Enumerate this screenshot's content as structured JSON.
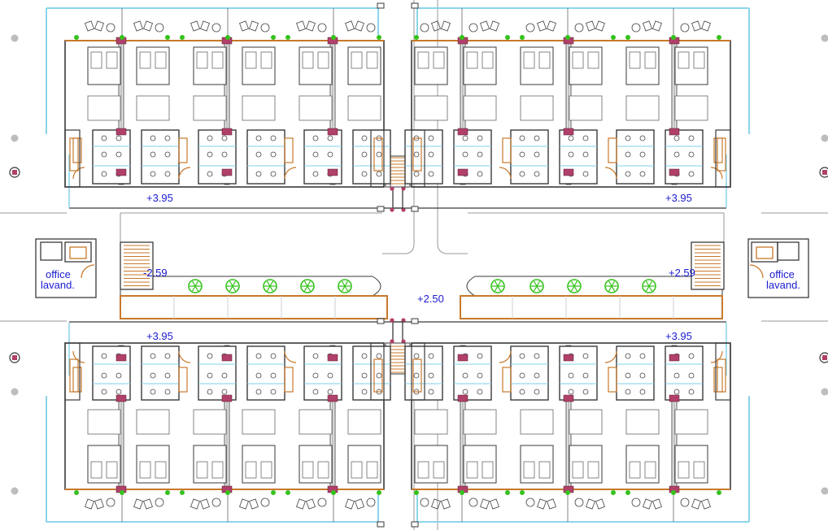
{
  "drawing": {
    "levels": {
      "top_left": "+3.95",
      "top_right": "+3.95",
      "bottom_left": "+3.95",
      "bottom_right": "+3.95",
      "stair_left": "-2.59",
      "stair_right": "+2.59",
      "courtyard": "+2.50"
    },
    "rooms": {
      "office_left": "office",
      "laundry_left": "lavand.",
      "office_right": "office",
      "laundry_right": "lavand."
    }
  },
  "colors": {
    "wall": "#3a3a3a",
    "glazing": "#7fd0ea",
    "door": "#c8782a",
    "column": "#b0406a",
    "tree": "#34c21c",
    "label": "#1a1ad0",
    "grey_dot": "#bdbdbd"
  }
}
